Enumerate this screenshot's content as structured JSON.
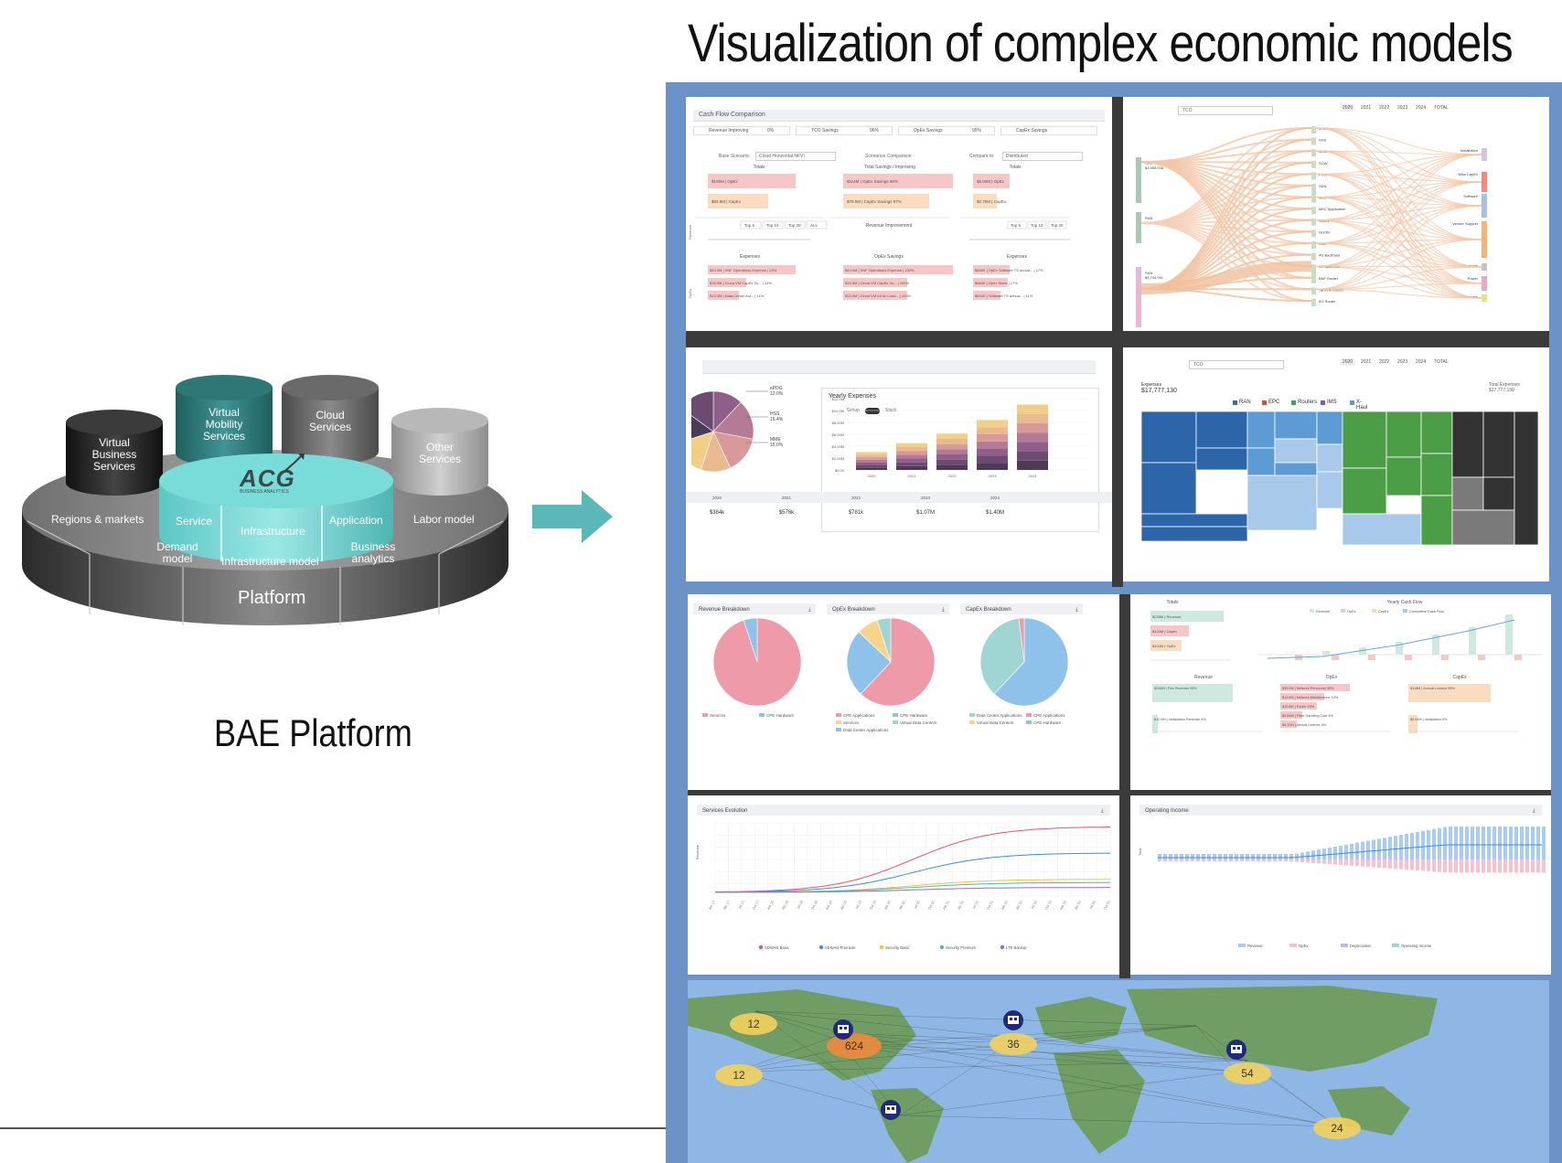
{
  "title": "Visualization of complex economic models",
  "platform": {
    "caption": "BAE Platform",
    "cylinders": {
      "virtual_business": [
        "Virtual",
        "Business",
        "Services"
      ],
      "virtual_mobility": [
        "Virtual",
        "Mobility",
        "Services"
      ],
      "cloud": [
        "Cloud",
        "Services"
      ],
      "other": [
        "Other",
        "Services"
      ]
    },
    "logo": {
      "text": "ACG",
      "sub": "BUSINESS ANALYTICS"
    },
    "inner_ring": {
      "service": "Service",
      "infrastructure": "Infrastructure",
      "application": "Application"
    },
    "outer_ring": {
      "regions": "Regions & markets",
      "labor": "Labor model",
      "demand": [
        "Demand",
        "model"
      ],
      "infra_model": "Infrastructure model",
      "business": [
        "Business",
        "analytics"
      ],
      "platform": "Platform"
    },
    "colors": {
      "teal": "#79d9d6",
      "disk_dark": "#3a3a3a",
      "disk_light": "#9a9a9a",
      "arrow": "#5bb8b8"
    }
  },
  "panels": {
    "cashflow": {
      "title": "Cash Flow Comparison",
      "kpis": [
        [
          "Revenue Improving",
          "0%"
        ],
        [
          "TCO Savings",
          "96%"
        ],
        [
          "OpEx Savings",
          "95%"
        ],
        [
          "CapEx Savings",
          ""
        ]
      ],
      "base_scenario_label": "Base Scenario:",
      "base_scenario_value": "Cloud Horizontal NFVI",
      "scenarios_label": "Scenarios Comparison",
      "compare_label": "Compare to:",
      "compare_value": "Distributed",
      "col_titles": [
        "Totals",
        "Total Savings / Improving",
        "Totals"
      ],
      "bars_left": [
        "$105M | OpEx",
        "$83.8M | CapEx"
      ],
      "bars_mid": [
        "$114M | OpEx Savings 96%",
        "$78.5M | CapEx Savings 97%"
      ],
      "bars_right": [
        "$5.02M | OpEx",
        "$2.75M | CapEx"
      ],
      "top_buttons": [
        "Top 5",
        "Top 10",
        "Top 20",
        "ALL"
      ],
      "revenue_improvement": "Revenue Improvement",
      "expenses": "Expenses",
      "opex_savings": "OpEx Savings",
      "exp_left": [
        "$43.0M | VNF Operations Expense | 29%",
        "$15.9M | Cloud VM CapEx Su... | 13%",
        "$13.0M | Data Center Act... | 11%"
      ],
      "exp_mid": [
        "$43.0M | VNF Operations Expense | 100%",
        "$15.9M | Cloud VM CapEx Su... | 100%",
        "$13.0M | Cloud VM Idl for Lond... | 100%"
      ],
      "exp_right": [
        "$666K | OpEx Software TS annua... | 17%",
        "$664K | Opex Stack | 17%",
        "$544K | Software TS annua... | 11%"
      ],
      "axis_labels": [
        "Revenue",
        "OpEx"
      ]
    },
    "sankey": {
      "dropdown": "TCO",
      "years": [
        "2020",
        "2021",
        "2022",
        "2023",
        "2024",
        "TOTAL"
      ],
      "left_nodes": [
        [
          "CPE",
          "$3,955,038"
        ],
        [
          "RAN",
          "$3,883,003"
        ],
        [
          "RAN",
          "$4,744,991"
        ]
      ],
      "mid_nodes": [
        "ePDG",
        "HSS",
        "MME",
        "SGW",
        "PGW",
        "SDN",
        "MEC Core",
        "MEC Application",
        "SGSN",
        "GGSN",
        "Core",
        "4G Backhaul",
        "5G Backhaul",
        "BNF Router",
        "SBSVM Router",
        "5G Router"
      ],
      "right_nodes": [
        "Installation",
        "Misc CapEx",
        "Software",
        "Vendor Support",
        "Network",
        "Power",
        "Servers"
      ]
    },
    "yearly": {
      "title": "Yearly Expenses",
      "group_label": "Group",
      "stack_label": "Stack",
      "pie_labels": [
        [
          "ePDG",
          "12.0%"
        ],
        [
          "HSS",
          "16.4%"
        ],
        [
          "MME",
          "15.0%"
        ]
      ],
      "years": [
        "2020",
        "2021",
        "2022",
        "2023",
        "2024"
      ],
      "totals": [
        "$384k",
        "$576k",
        "$781k",
        "$1.07M",
        "$1.40M"
      ],
      "y_ticks": [
        "$0.00",
        "$2.00M",
        "$4.00M",
        "$6.00M",
        "$8.00M",
        "$10.0M",
        "$12.0M"
      ],
      "colors": [
        "#4b3b55",
        "#6b4b72",
        "#8f5f8a",
        "#b57a95",
        "#d79a98",
        "#e9b98f",
        "#f1cf86"
      ]
    },
    "treemap": {
      "dropdown": "TCO",
      "years": [
        "2020",
        "2021",
        "2022",
        "2023",
        "2024",
        "TOTAL"
      ],
      "expenses_label": "Expenses",
      "expenses_value": "$17,777,130",
      "right_label": "Total Expenses",
      "right_value": "$17,777,130",
      "legend": [
        [
          "RAN",
          "#2d6db3"
        ],
        [
          "EPC",
          "#e0502d"
        ],
        [
          "Routers",
          "#3fa34d"
        ],
        [
          "IMS",
          "#7b5ea7"
        ],
        [
          "X-Haul",
          "#5b9bd5"
        ]
      ],
      "colors": {
        "dark_blue": "#2c66a8",
        "mid_blue": "#5d9bd5",
        "light_blue": "#a9c9ea",
        "green": "#4c9e46",
        "dark": "#333333",
        "grey": "#7a7a7a"
      }
    },
    "breakdowns": {
      "titles": [
        "Revenue Breakdown",
        "OpEx Breakdown",
        "CapEx Breakdown"
      ],
      "legend_revenue": [
        "Services",
        "CPE Hardware"
      ],
      "legend_opex": [
        "CPE Applications",
        "CPE Hardware",
        "Services",
        "Virtual Data Centers",
        "Data Center Applications"
      ],
      "legend_capex": [
        "Data Center Applications",
        "CPE Applications",
        "Virtual Data Centers",
        "CPE Hardware"
      ],
      "colors": {
        "pink": "#ef9aa8",
        "blue": "#8fc2ea",
        "yellow": "#f6d48a",
        "teal": "#9fd6d4"
      }
    },
    "cashflow2": {
      "totals_title": "Totals",
      "yearly_title": "Yearly Cash Flow",
      "totals_bars": [
        "$228M | Revenue",
        "$124M | Capex",
        "$104M | OpEx"
      ],
      "legend": [
        "Revenue",
        "OpEx",
        "CapEx",
        "Cumulative Cash Flow"
      ],
      "revenue_title": "Revenue",
      "opex_title": "OpEx",
      "capex_title": "CapEx",
      "revenue_bars": [
        "$228M | Fixe Revenue 95%",
        "$10.9M | Installation Revenue 5%"
      ],
      "opex_bars": [
        "$39.0M | Network Personnel 38%",
        "$12.6M | Network Maintenance 12%",
        "$10.8M | Power 10%",
        "$5.84M | Fiber Handling Cost 5%",
        "$4.10M | Annual Licence 4%"
      ],
      "capex_bars": [
        "$118M | Annual Licence 95%",
        "$5.54M | Installation 5%"
      ]
    },
    "services": {
      "title": "Services Evolution",
      "ylabel": "Revenue",
      "legend": [
        [
          "SDWAN Basic",
          "#e8556d"
        ],
        [
          "SDWAN Premium",
          "#3b8ede"
        ],
        [
          "Security Basic",
          "#f5c04a"
        ],
        [
          "Security Premium",
          "#4fb8b0"
        ],
        [
          "LTE Backup",
          "#8e6fd1"
        ]
      ],
      "x_ticks": [
        "Jan 17",
        "Apr 17",
        "Jul 17",
        "Oct 17",
        "Jan 18",
        "Apr 18",
        "Jul 18",
        "Oct 18",
        "Jan 19",
        "Apr 19",
        "Jul 19",
        "Oct 19",
        "Jan 20",
        "Apr 20",
        "Jul 20",
        "Oct 20",
        "Jan 21",
        "Apr 21",
        "Jul 21",
        "Oct 21",
        "Jan 22",
        "Apr 22",
        "Jul 22",
        "Oct 22",
        "Jan 23",
        "Apr 23",
        "Jul 23",
        "Oct 23"
      ]
    },
    "operating": {
      "title": "Operating Income",
      "ylabel": "Total",
      "legend": [
        "Revenue",
        "OpEx",
        "Depreciation",
        "Operating Income"
      ]
    },
    "map": {
      "clusters": [
        [
          "12",
          "#f2d15b"
        ],
        [
          "624",
          "#f08a3c"
        ],
        [
          "12",
          "#f2d15b"
        ],
        [
          "36",
          "#f2d15b"
        ],
        [
          "54",
          "#f2d15b"
        ],
        [
          "24",
          "#f2d15b"
        ]
      ],
      "ocean": "#8fb7e6",
      "land": "#6c9a55"
    }
  }
}
